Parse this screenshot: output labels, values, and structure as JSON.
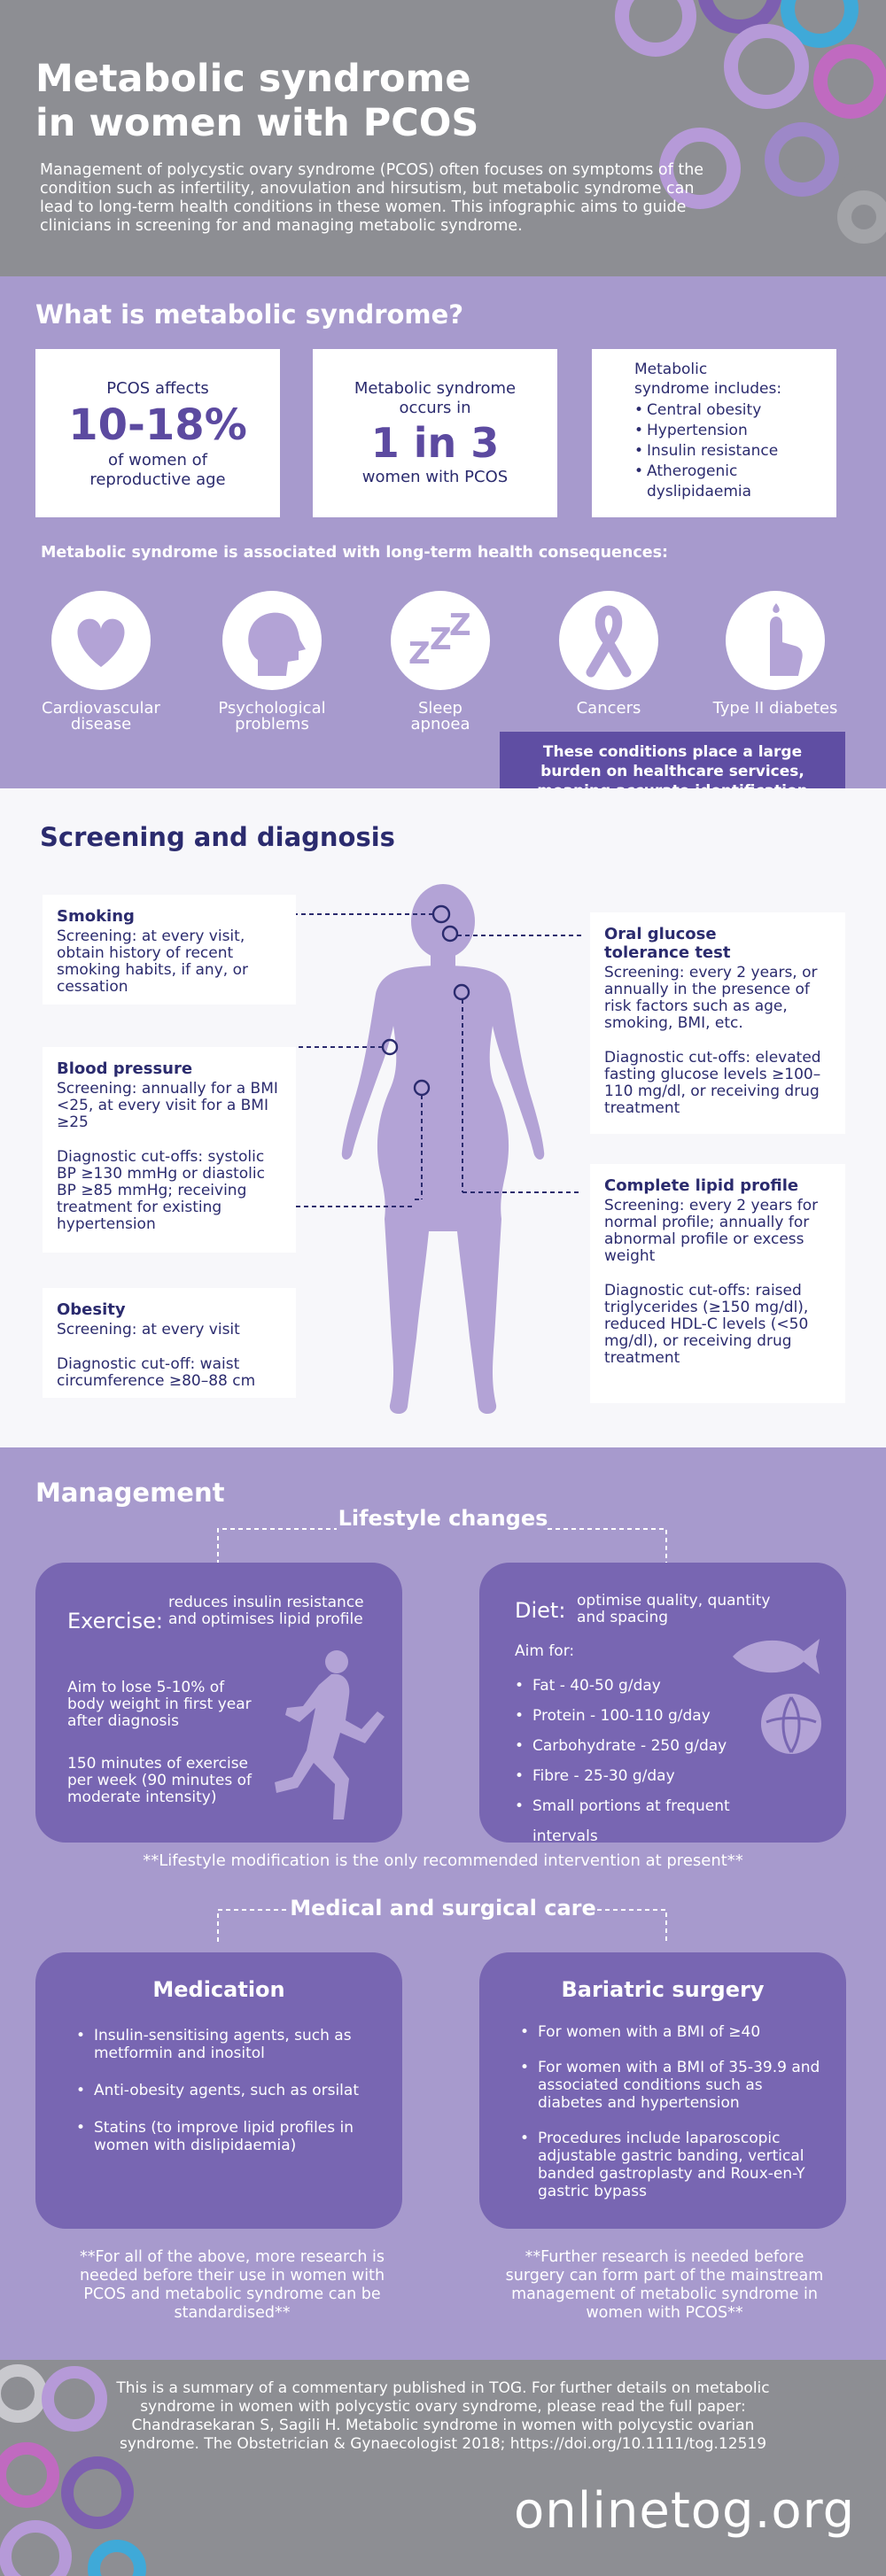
{
  "header": {
    "title_line1": "Metabolic syndrome",
    "title_line2": "in women with PCOS",
    "intro": "Management of polycystic ovary syndrome (PCOS) often focuses on symptoms of the condition such as infertility, anovulation and hirsutism, but metabolic syndrome can lead to long-term health conditions in these women. This infographic aims to guide clinicians in screening for and managing metabolic syndrome."
  },
  "what": {
    "heading": "What is metabolic syndrome?",
    "card1": {
      "top": "PCOS affects",
      "big": "10-18%",
      "bottom": "of women of reproductive age"
    },
    "card2": {
      "top": "Metabolic syndrome occurs in",
      "big": "1 in 3",
      "bottom": "women with PCOS"
    },
    "card3": {
      "top": "Metabolic syndrome includes:",
      "items": [
        "Central obesity",
        "Hypertension",
        "Insulin resistance",
        "Atherogenic dyslipidaemia"
      ]
    },
    "consequences_intro": "Metabolic syndrome is associated with long-term health consequences:",
    "consequences": [
      {
        "label_line1": "Cardiovascular",
        "label_line2": "disease",
        "icon": "heart-icon"
      },
      {
        "label_line1": "Psychological",
        "label_line2": "problems",
        "icon": "head-icon"
      },
      {
        "label_line1": "Sleep",
        "label_line2": "apnoea",
        "icon": "zzz-icon"
      },
      {
        "label_line1": "Cancers",
        "label_line2": "",
        "icon": "ribbon-icon"
      },
      {
        "label_line1": "Type II diabetes",
        "label_line2": "",
        "icon": "finger-prick-icon"
      }
    ],
    "burden_note": "These conditions place a large burden on healthcare services, meaning accurate identification and timely intervention are important."
  },
  "screening": {
    "heading": "Screening and diagnosis",
    "smoking": {
      "title": "Smoking",
      "screening": "Screening: at every visit, obtain history of recent smoking habits, if any, or cessation"
    },
    "bp": {
      "title": "Blood pressure",
      "screening": "Screening: annually for a BMI <25, at every visit for a BMI ≥25",
      "diagnostic": "Diagnostic cut-offs: systolic BP ≥130 mmHg or diastolic BP ≥85 mmHg; receiving treatment for existing hypertension"
    },
    "obesity": {
      "title": "Obesity",
      "screening": "Screening: at every visit",
      "diagnostic": "Diagnostic cut-off: waist circumference ≥80–88 cm"
    },
    "ogtt": {
      "title": "Oral glucose tolerance test",
      "screening": "Screening: every 2 years, or annually in the presence of risk factors such as age, smoking, BMI, etc.",
      "diagnostic": "Diagnostic cut-offs: elevated fasting glucose levels ≥100–110 mg/dl, or receiving drug treatment"
    },
    "lipid": {
      "title": "Complete lipid profile",
      "screening": "Screening: every 2 years for normal profile; annually for abnormal profile or excess weight",
      "diagnostic": "Diagnostic cut-offs: raised triglycerides (≥150 mg/dl), reduced HDL-C levels (<50 mg/dl), or receiving drug treatment"
    }
  },
  "management": {
    "heading": "Management",
    "lifestyle_label": "Lifestyle changes",
    "exercise": {
      "title": "Exercise:",
      "desc": "reduces insulin resistance and optimises lipid profile",
      "p1": "Aim to lose 5-10% of body weight in first year after diagnosis",
      "p2": "150 minutes of exercise per week (90 minutes of moderate intensity)"
    },
    "diet": {
      "title": "Diet:",
      "desc": "optimise quality, quantity and spacing",
      "aim": "Aim for:",
      "items": [
        "Fat - 40-50 g/day",
        "Protein - 100-110 g/day",
        "Carbohydrate - 250 g/day",
        "Fibre - 25-30 g/day",
        "Small portions at frequent intervals"
      ]
    },
    "lifestyle_note": "**Lifestyle modification is the only recommended intervention at present**",
    "medical_label": "Medical and surgical care",
    "medication": {
      "title": "Medication",
      "items": [
        "Insulin-sensitising agents, such as metformin and inositol",
        "Anti-obesity agents, such as orsilat",
        "Statins (to improve lipid profiles in women with dislipidaemia)"
      ]
    },
    "bariatric": {
      "title": "Bariatric surgery",
      "items": [
        "For women with a BMI of ≥40",
        "For women with a BMI of 35-39.9 and associated conditions such as diabetes and hypertension",
        "Procedures include laparoscopic adjustable gastric banding, vertical banded gastroplasty and Roux-en-Y gastric bypass"
      ]
    },
    "medication_note": "**For all of the above, more research is needed before their use in women with PCOS and metabolic syndrome can be standardised**",
    "bariatric_note": "**Further research is needed before surgery can form part of the mainstream management of metabolic syndrome in women with PCOS**"
  },
  "footer": {
    "summary": "This is a summary of a commentary published in TOG. For further details on metabolic syndrome in women with polycystic ovary syndrome, please read the full paper: Chandrasekaran S, Sagili H. Metabolic syndrome in women with polycystic ovarian syndrome. The Obstetrician & Gynaecologist 2018; https://doi.org/10.1111/tog.12519",
    "site": "onlinetog.org"
  },
  "colors": {
    "grey": "#8d8e93",
    "lavender": "#a79acd",
    "purple": "#7866b2",
    "navy": "#2b2b6e",
    "silhouette": "#b3a3d6"
  }
}
